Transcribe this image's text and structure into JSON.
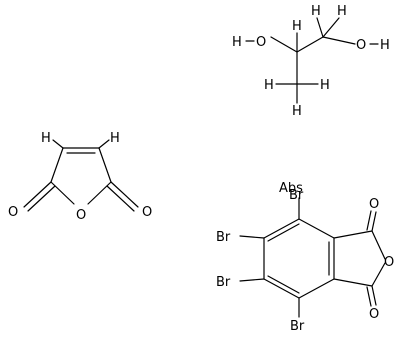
{
  "diagram": {
    "type": "chemical-structures",
    "molecules": [
      {
        "id": "propylene-glycol",
        "atoms": {
          "H": "H",
          "O": "O",
          "H2": "H",
          "O2": "O"
        }
      },
      {
        "id": "maleic-anhydride",
        "atoms": {
          "H": "H",
          "O": "O"
        }
      },
      {
        "id": "tetrabromophthalic-anhydride",
        "atoms": {
          "Br": "Br",
          "O": "O",
          "overlap_text": "Abs"
        }
      }
    ]
  }
}
